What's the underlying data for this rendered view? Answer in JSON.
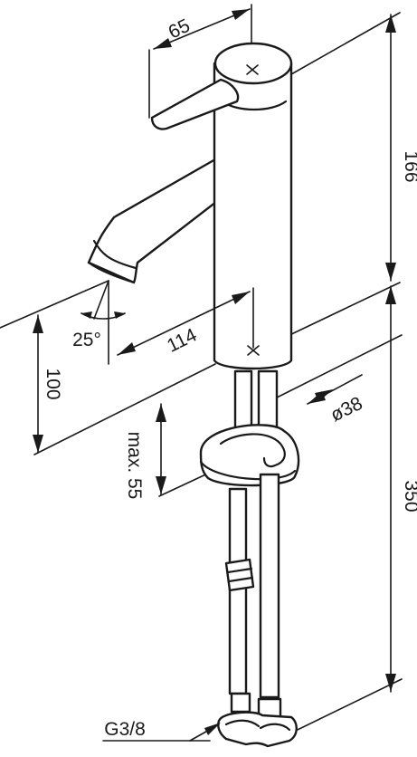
{
  "dimensions": {
    "lever_length": "65",
    "height_above_deck": "166",
    "spout_angle": "25°",
    "spout_reach": "114",
    "spout_height": "100",
    "body_diameter": "ø38",
    "max_deck_thickness": "max. 55",
    "hose_length": "350",
    "connection_thread": "G3/8"
  }
}
